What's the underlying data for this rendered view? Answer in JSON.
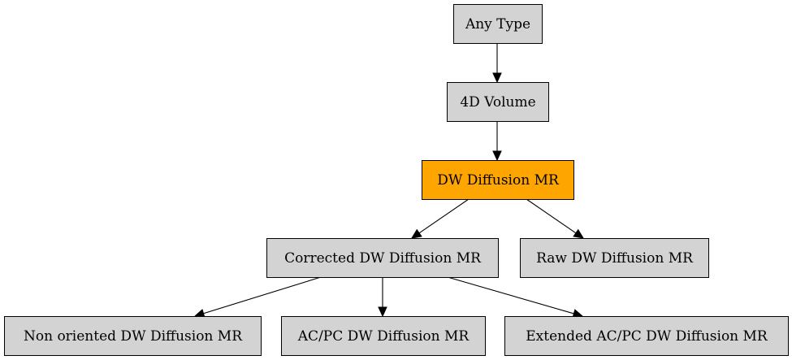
{
  "diagram": {
    "type": "tree",
    "colors": {
      "default_fill": "#d3d3d3",
      "highlight_fill": "#ffa500",
      "stroke": "#000000"
    },
    "nodes": [
      {
        "id": "any_type",
        "label": "Any Type",
        "highlighted": false
      },
      {
        "id": "volume_4d",
        "label": "4D Volume",
        "highlighted": false
      },
      {
        "id": "dw_diffusion_mr",
        "label": "DW Diffusion MR",
        "highlighted": true
      },
      {
        "id": "corrected_dw",
        "label": "Corrected DW Diffusion MR",
        "highlighted": false
      },
      {
        "id": "raw_dw",
        "label": "Raw DW Diffusion MR",
        "highlighted": false
      },
      {
        "id": "non_oriented_dw",
        "label": "Non oriented DW Diffusion MR",
        "highlighted": false
      },
      {
        "id": "acpc_dw",
        "label": "AC/PC DW Diffusion MR",
        "highlighted": false
      },
      {
        "id": "extended_acpc_dw",
        "label": "Extended AC/PC DW Diffusion MR",
        "highlighted": false
      }
    ],
    "edges": [
      {
        "from": "any_type",
        "to": "volume_4d"
      },
      {
        "from": "volume_4d",
        "to": "dw_diffusion_mr"
      },
      {
        "from": "dw_diffusion_mr",
        "to": "corrected_dw"
      },
      {
        "from": "dw_diffusion_mr",
        "to": "raw_dw"
      },
      {
        "from": "corrected_dw",
        "to": "non_oriented_dw"
      },
      {
        "from": "corrected_dw",
        "to": "acpc_dw"
      },
      {
        "from": "corrected_dw",
        "to": "extended_acpc_dw"
      }
    ]
  }
}
